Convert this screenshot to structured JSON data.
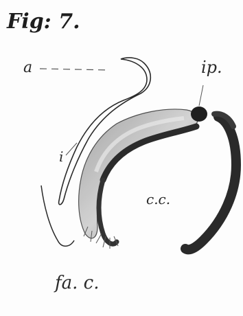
{
  "figure": {
    "title": "Fig: 7.",
    "labels": {
      "a": "a",
      "ip": "ip.",
      "i": "i",
      "cc": "c.c.",
      "fac": "fa. c."
    }
  }
}
